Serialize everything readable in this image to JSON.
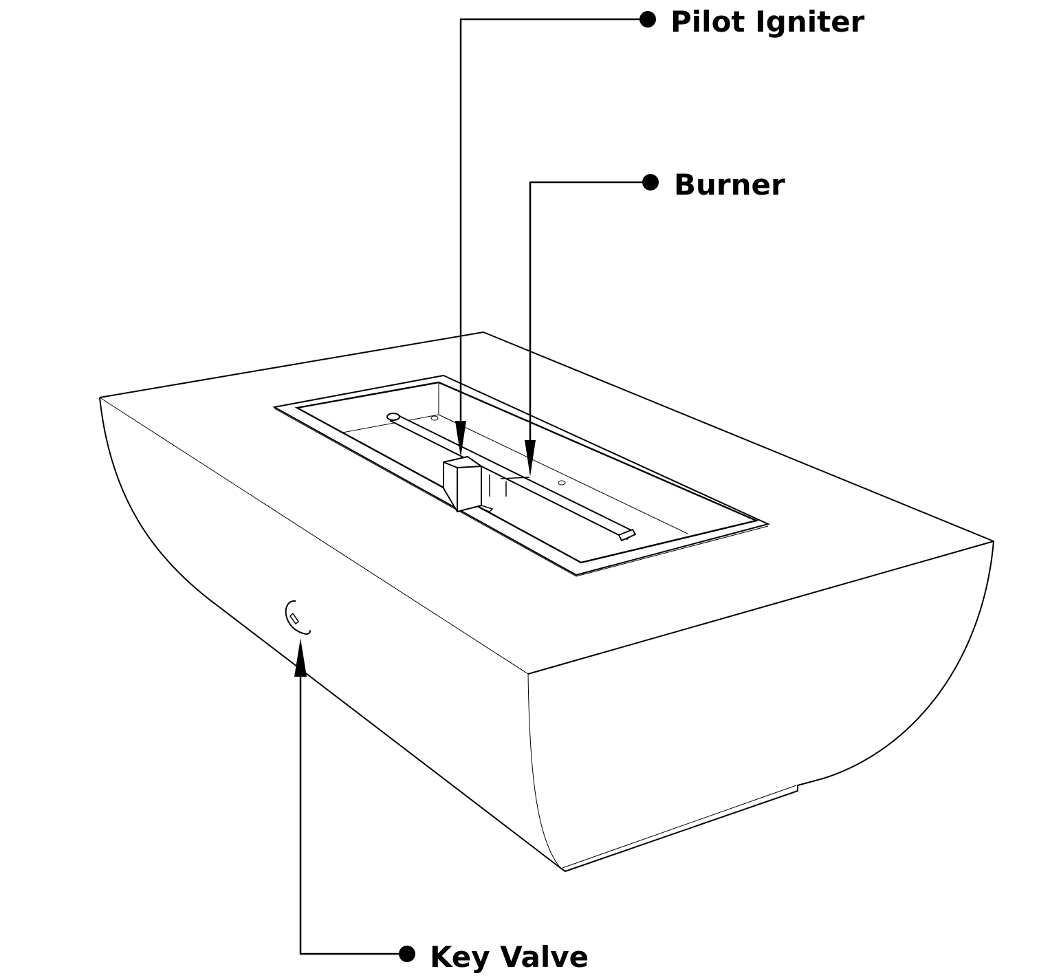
{
  "callouts": {
    "pilot_igniter": "Pilot Igniter",
    "burner": "Burner",
    "key_valve": "Key Valve"
  },
  "colors": {
    "line": "#000000",
    "background": "#ffffff"
  }
}
